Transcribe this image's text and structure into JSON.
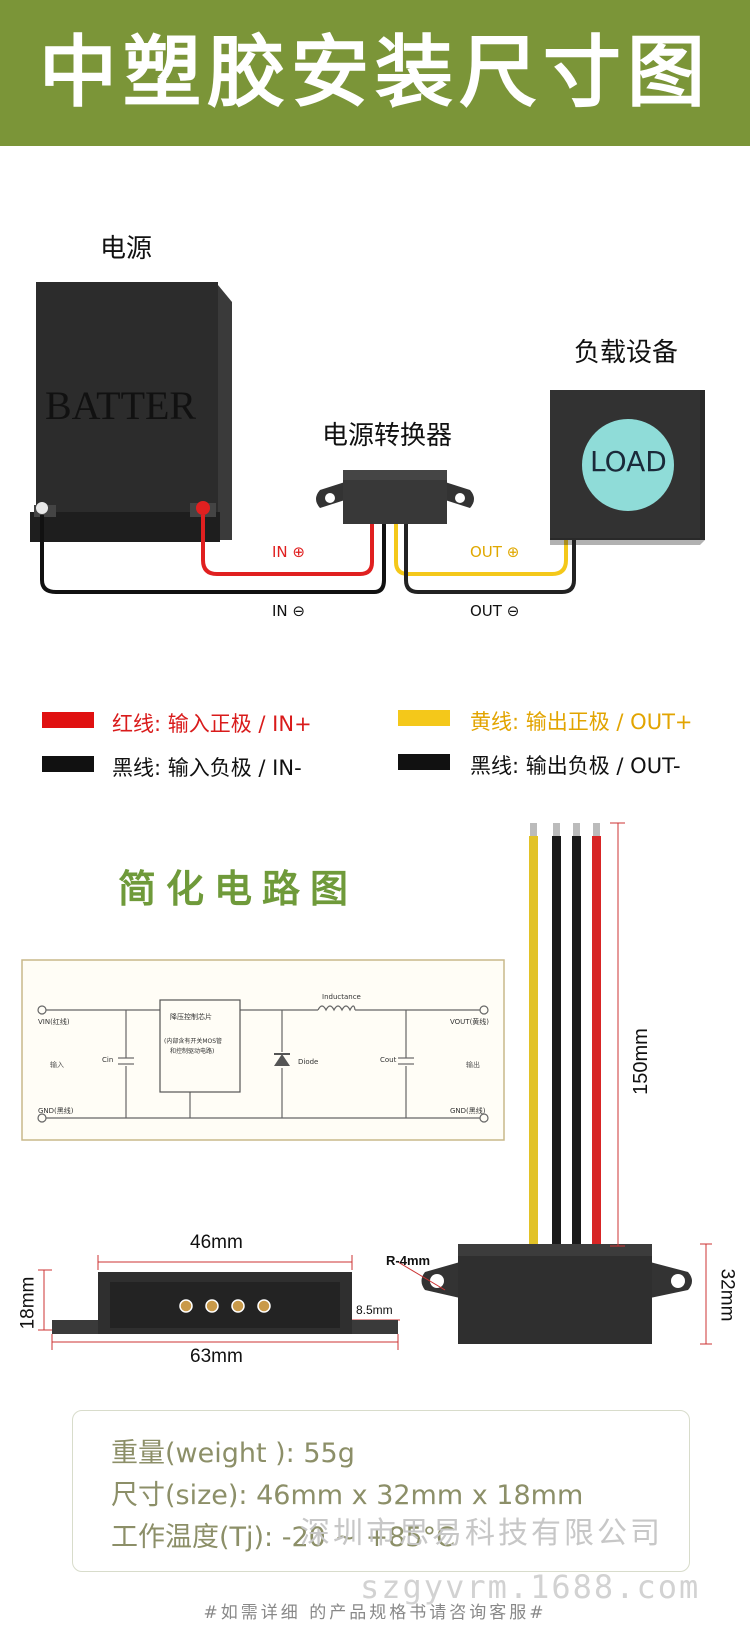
{
  "banner": {
    "title": "中塑胶安装尺寸图",
    "color": "#7b9538"
  },
  "wiring": {
    "power_label": "电源",
    "battery_text": "BATTER",
    "converter_label": "电源转换器",
    "load_label": "负载设备",
    "load_text": "LOAD",
    "in_plus": "IN ⊕",
    "in_minus": "IN ⊖",
    "out_plus": "OUT ⊕",
    "out_minus": "OUT ⊖"
  },
  "legend": {
    "red_label": "红线: 输入正极 / IN+",
    "black_in_label": "黑线: 输入负极 / IN-",
    "yellow_label": "黄线: 输出正极 / OUT+",
    "black_out_label": "黑线: 输出负极 / OUT-",
    "red_color": "#e01010",
    "yellow_color": "#f4c81a",
    "black_color": "#111111"
  },
  "circuit": {
    "title": "简化电路图",
    "vin": "VIN(红线)",
    "gnd_left": "GND(黑线)",
    "vout": "VOUT(黄线)",
    "gnd_right": "GND(黑线)",
    "input": "输入",
    "output": "输出",
    "chip_line1": "降压控制芯片",
    "chip_line2": "(内部含有开关MOS管",
    "chip_line3": "和控制驱动电路)",
    "inductance": "Inductance",
    "cin": "Cin",
    "diode": "Diode",
    "cout": "Cout"
  },
  "dimensions": {
    "wire_length": "150mm",
    "width_inner": "46mm",
    "width_outer": "63mm",
    "height": "18mm",
    "tab": "8.5mm",
    "radius": "R-4mm",
    "depth": "32mm"
  },
  "specs": {
    "weight": "重量(weight ): 55g",
    "size": "尺寸(size): 46mm x 32mm x 18mm",
    "temp": "工作温度(Tj): -20 ~ +85°C"
  },
  "watermark": {
    "company": "深圳市思易科技有限公司",
    "site": "szgyvrm.1688.com"
  },
  "footer": "#如需详细 的产品规格书请咨询客服#"
}
